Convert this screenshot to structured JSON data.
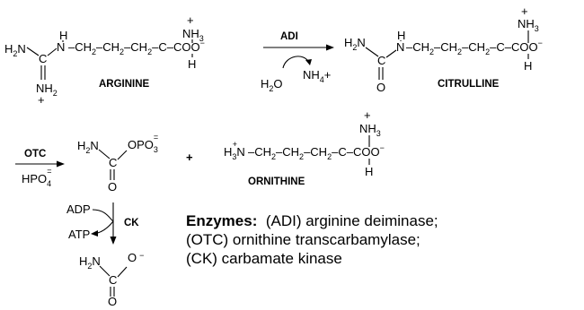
{
  "reaction1": {
    "enzyme": "ADI",
    "reactant_label": "ARGININE",
    "product_label": "CITRULLINE",
    "cosubstrate": "H2O",
    "coproduct": "NH4+"
  },
  "reaction2": {
    "enzyme": "OTC",
    "cosubstrate": "HPO4=",
    "product1": "carbamoyl phosphate",
    "plus": "+",
    "product2_label": "ORNITHINE"
  },
  "reaction3": {
    "enzyme": "CK",
    "cosubstrate": "ADP",
    "coproduct": "ATP"
  },
  "legend": {
    "heading": "Enzymes:",
    "line1": "(ADI) arginine deiminase;",
    "line2": "(OTC) ornithine transcarbamylase;",
    "line3": "(CK) carbamate kinase"
  }
}
